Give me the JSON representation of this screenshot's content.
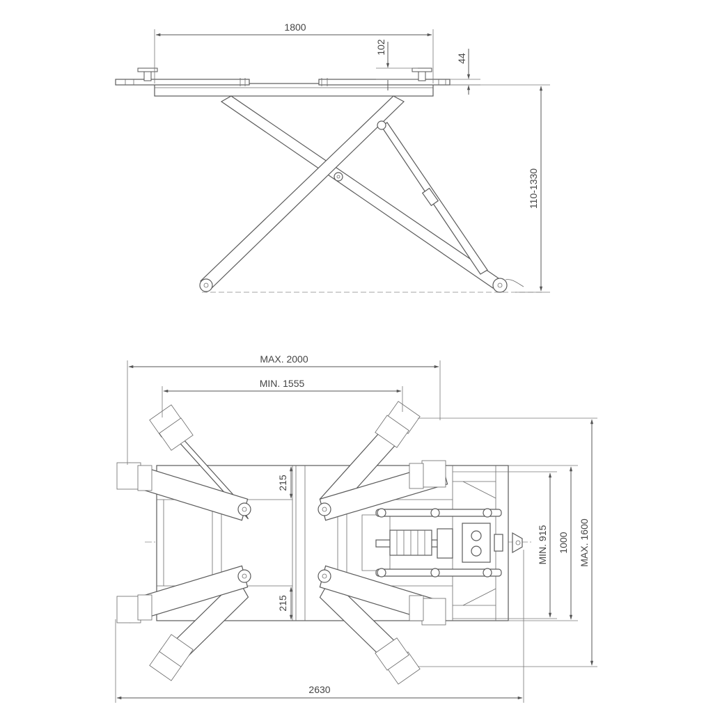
{
  "side_view": {
    "dim_width": "1800",
    "dim_pad_height": "102",
    "dim_platform_thickness": "44",
    "dim_lift_height": "110-1330"
  },
  "top_view": {
    "dim_max_arm_span": "MAX. 2000",
    "dim_min_arm_span": "MIN. 1555",
    "dim_top_gap": "215",
    "dim_bottom_gap": "215",
    "dim_min_width": "MIN. 915",
    "dim_base_width": "1000",
    "dim_max_width": "MAX. 1600",
    "dim_total_length": "2630"
  }
}
